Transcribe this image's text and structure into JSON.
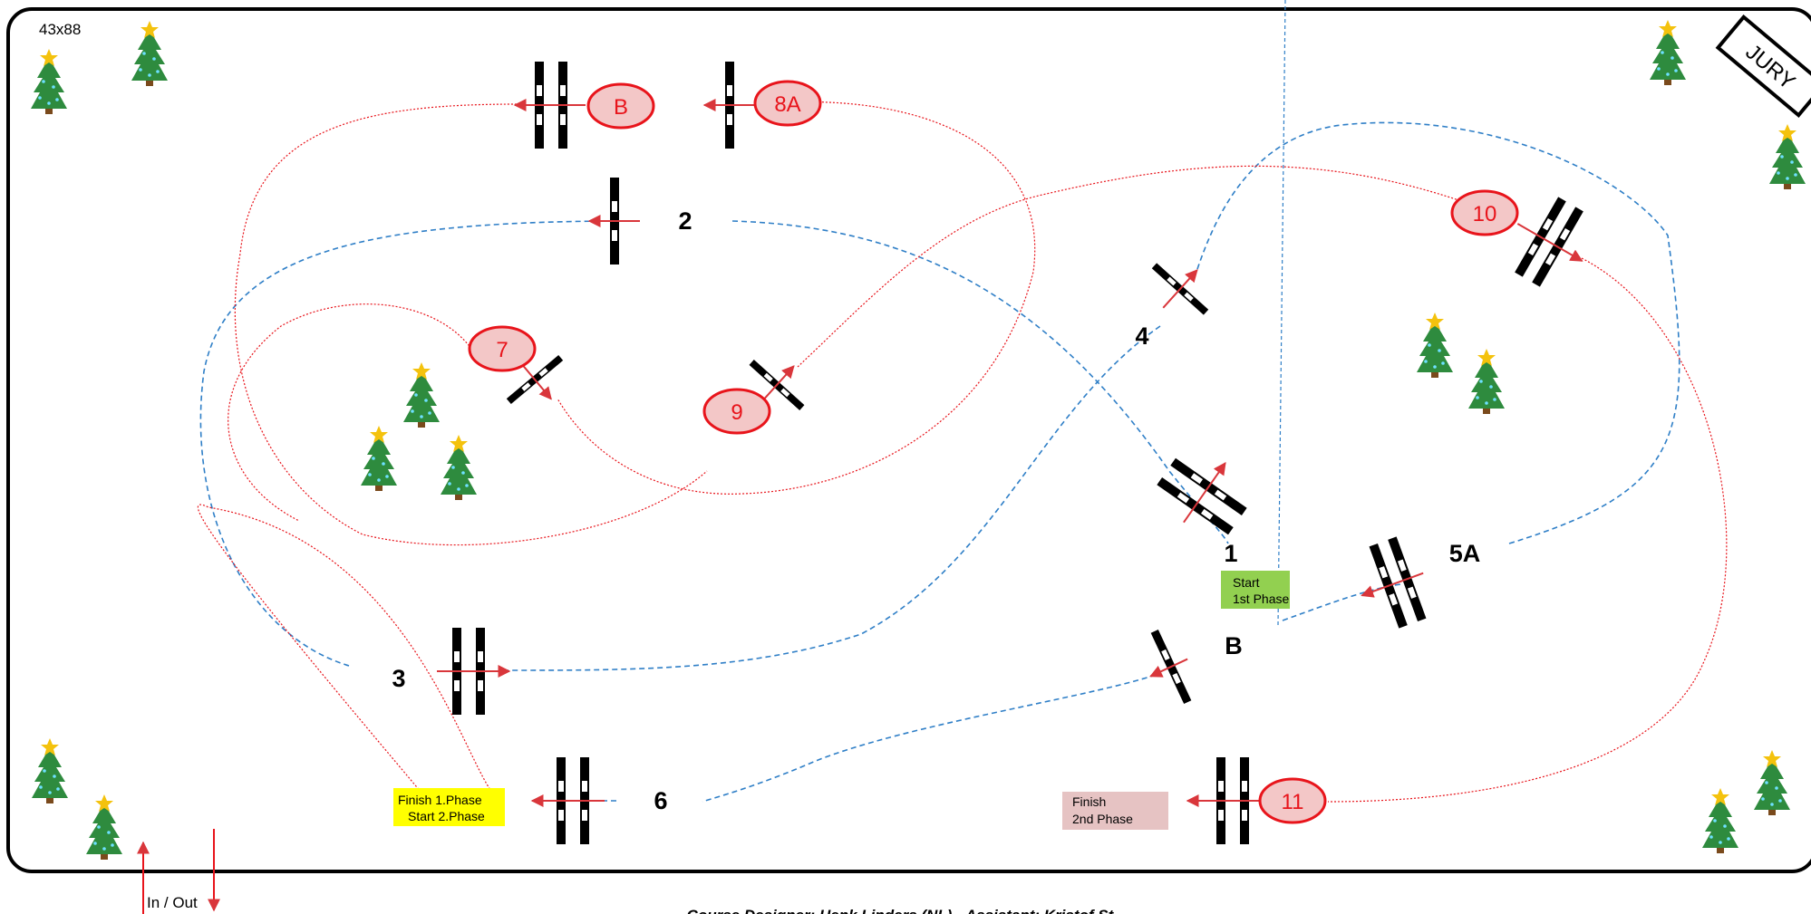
{
  "arena": {
    "size_label": "43x88",
    "jury_label": "JURY",
    "in_out_label": "In / Out",
    "designer_caption": "Course Designer: Henk Linders (NL) - Assistant: Kristof St..."
  },
  "colors": {
    "phase1_path": "#2f7fc7",
    "phase2_path": "#e8141b",
    "phase2_fill": "#f3c7c7",
    "start_box": "#92d050",
    "finish_start_box": "#ffff00",
    "finish_box": "#e6c3c3"
  },
  "phase1_fences": [
    {
      "label": "1"
    },
    {
      "label": "2"
    },
    {
      "label": "3"
    },
    {
      "label": "4"
    },
    {
      "label": "5A"
    },
    {
      "label": "B"
    },
    {
      "label": "6"
    }
  ],
  "phase2_fences": [
    {
      "label": "7"
    },
    {
      "label": "8A"
    },
    {
      "label": "B"
    },
    {
      "label": "9"
    },
    {
      "label": "10"
    },
    {
      "label": "11"
    }
  ],
  "boxes": {
    "start_1": {
      "line1": "Start",
      "line2": "1st Phase"
    },
    "finish_1": {
      "line1": "Finish   1.Phase",
      "line2": "Start 2.Phase"
    },
    "finish_2": {
      "line1": "Finish",
      "line2": "2nd Phase"
    }
  },
  "decorations": {
    "tree_icon": "christmas-tree-icon"
  }
}
